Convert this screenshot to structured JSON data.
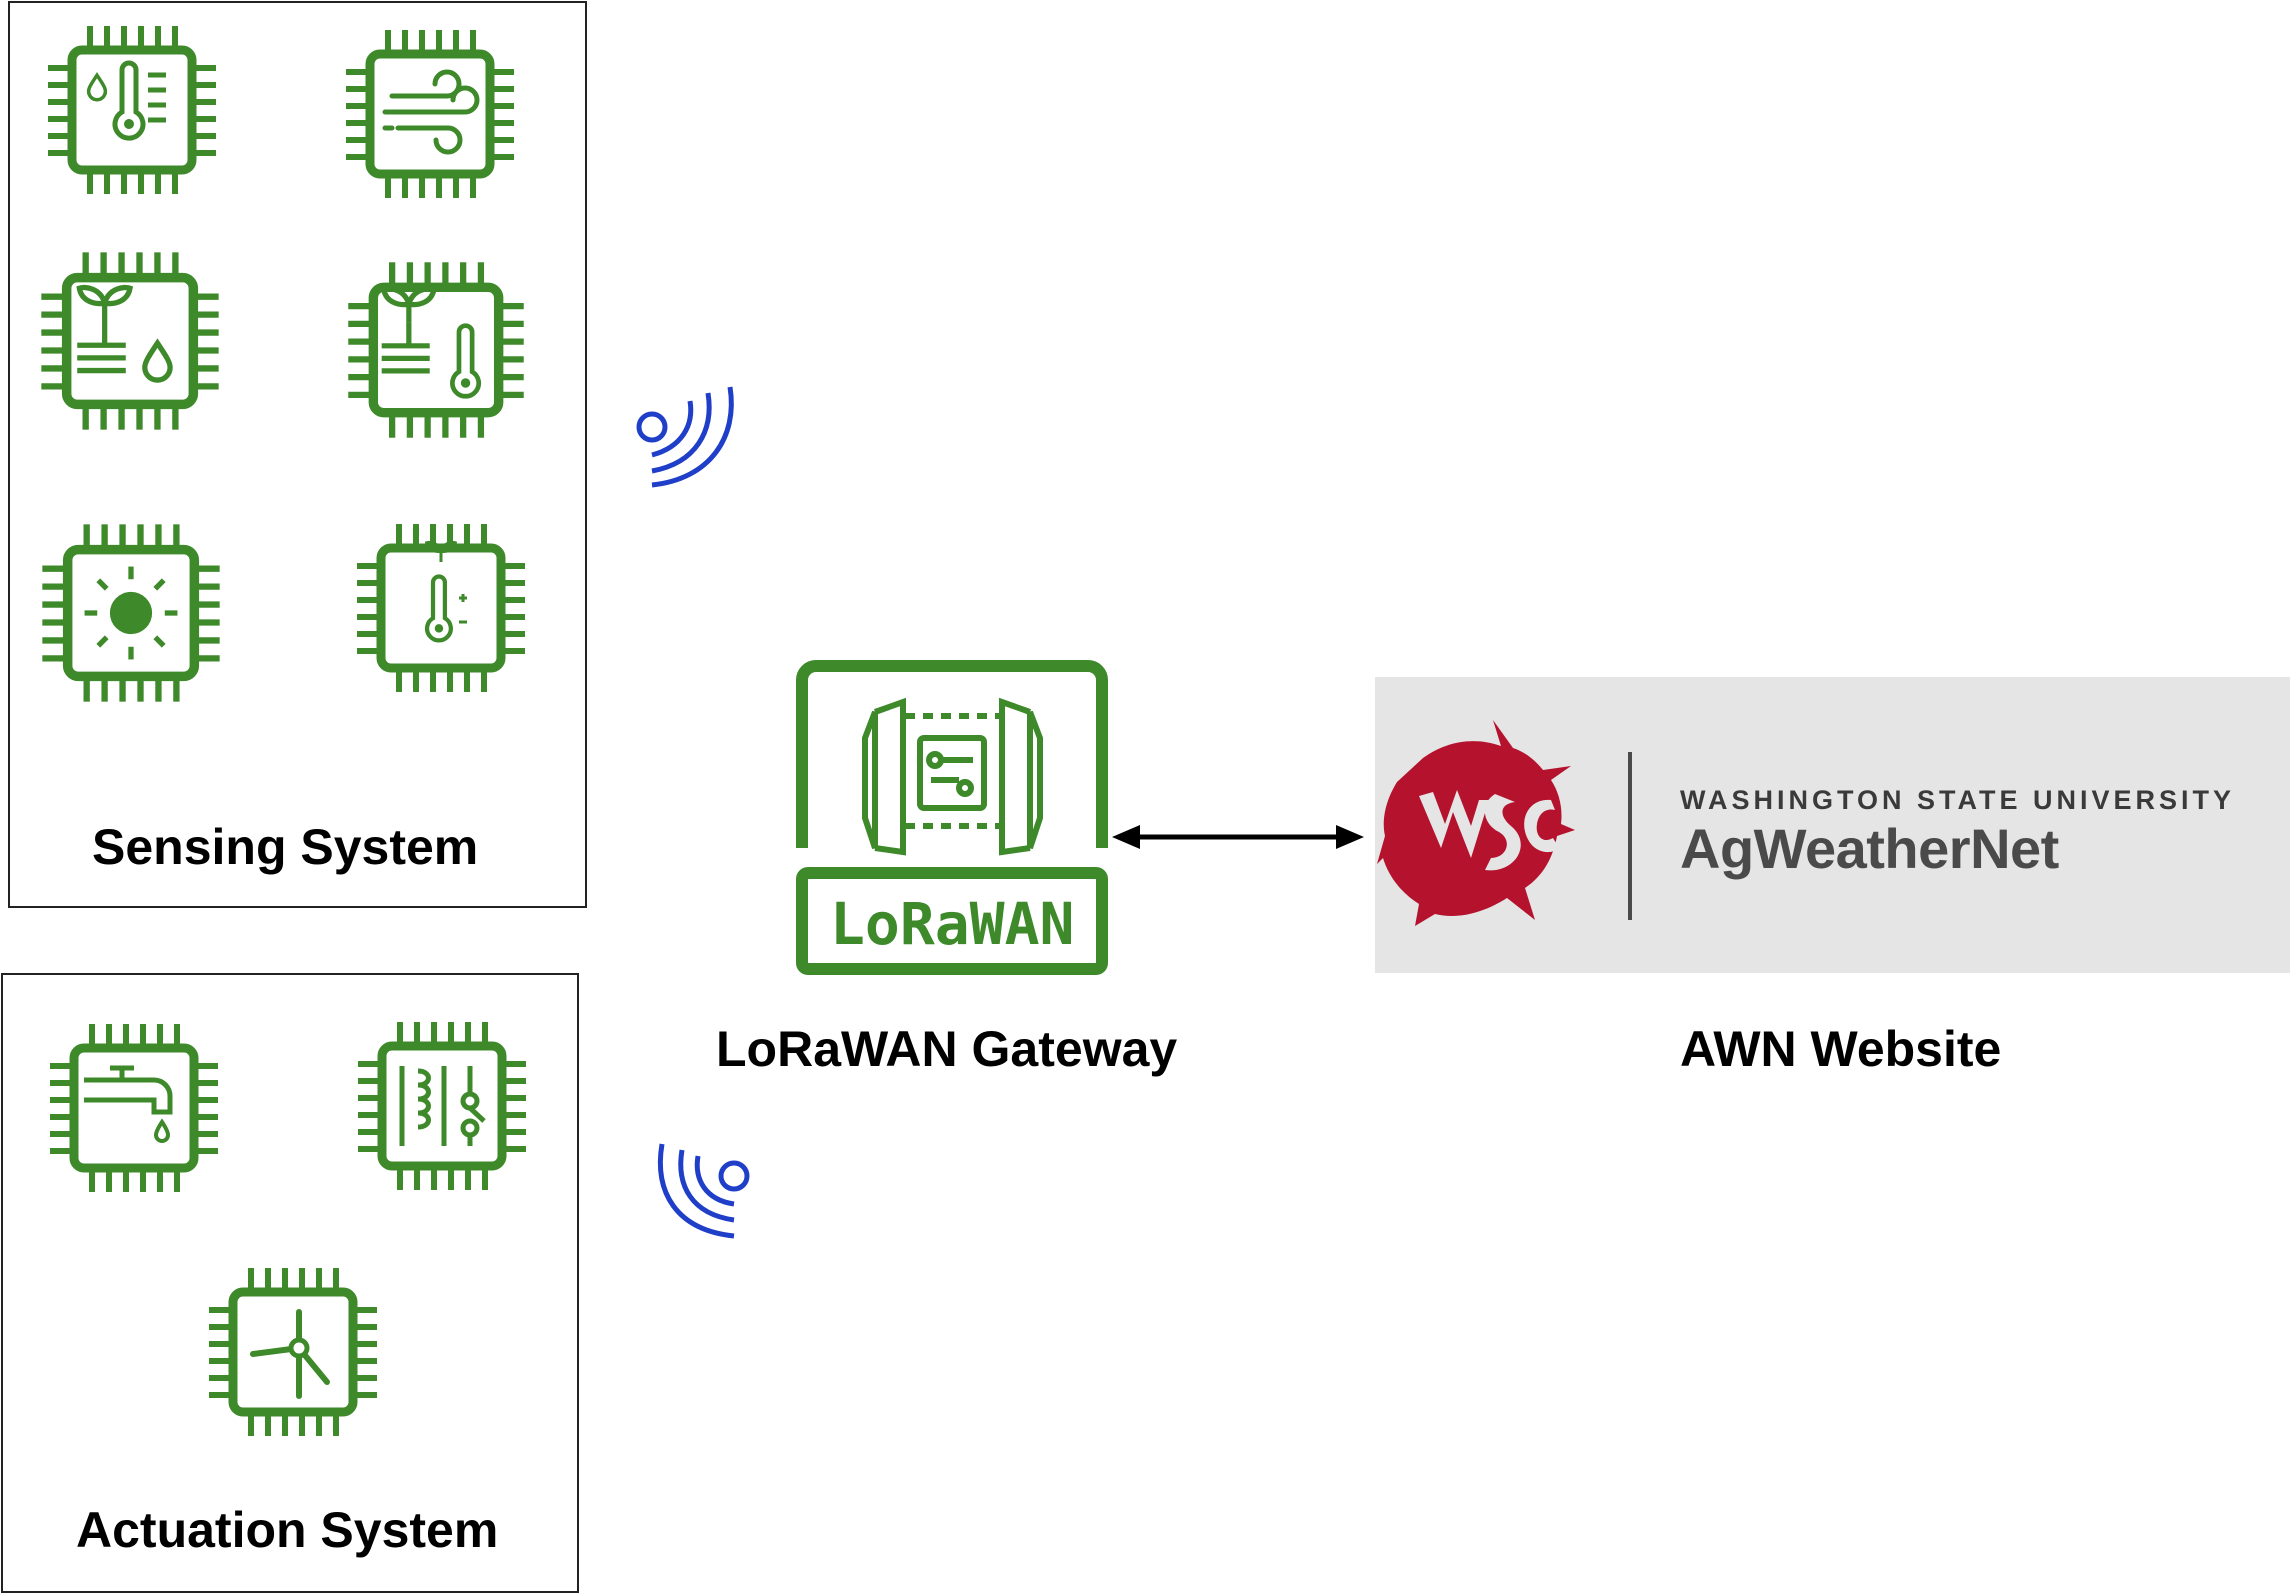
{
  "colors": {
    "icon_green": "#3e8a2b",
    "signal_blue": "#1f3fc8",
    "wsu_crimson": "#b5122e",
    "awn_panel_bg": "#e5e5e5"
  },
  "sensing_system": {
    "label": "Sensing System",
    "icons": [
      "temperature-humidity-sensor-icon",
      "wind-sensor-icon",
      "soil-moisture-sensor-icon",
      "soil-temperature-sensor-icon",
      "solar-radiation-sensor-icon",
      "leaf-temperature-sensor-icon"
    ]
  },
  "actuation_system": {
    "label": "Actuation System",
    "icons": [
      "water-valve-actuator-icon",
      "control-switch-actuator-icon",
      "fan-actuator-icon"
    ]
  },
  "gateway": {
    "badge": "LoRaWAN",
    "label": "LoRaWAN Gateway"
  },
  "awn": {
    "university": "WASHINGTON STATE UNIVERSITY",
    "name": "AgWeatherNet",
    "label": "AWN Website"
  }
}
